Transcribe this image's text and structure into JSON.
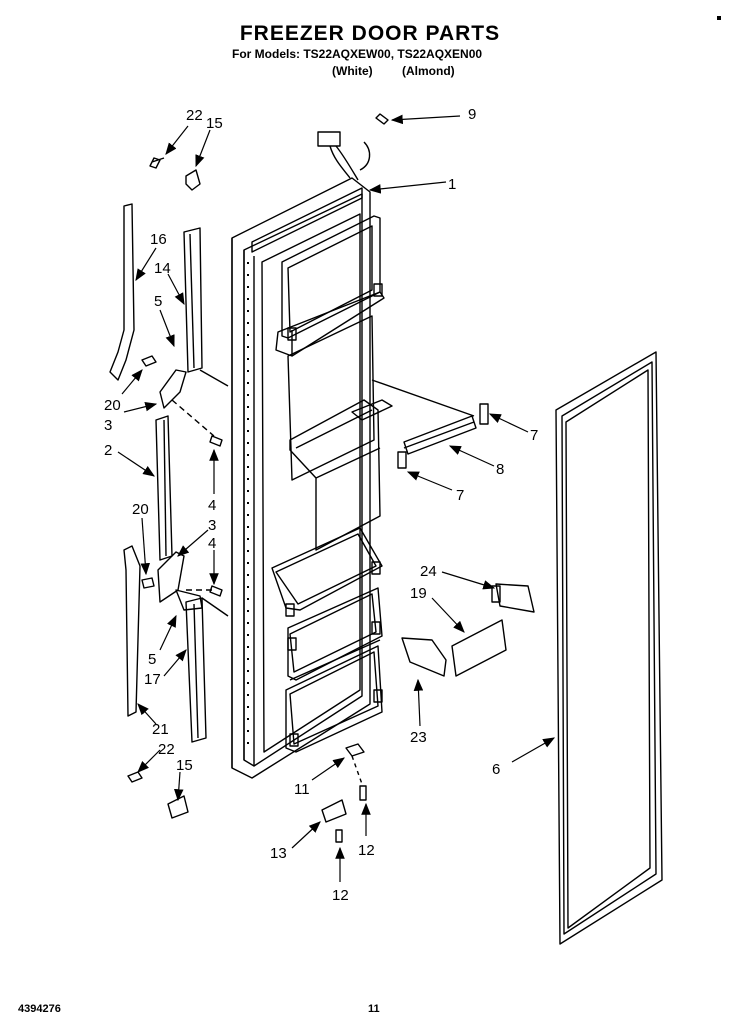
{
  "header": {
    "title": "FREEZER DOOR PARTS",
    "models_line": "For Models: TS22AQXEW00, TS22AQXEN00",
    "color_white": "(White)",
    "color_almond": "(Almond)"
  },
  "callouts": {
    "c1": "1",
    "c2": "2",
    "c3a": "3",
    "c3b": "3",
    "c4a": "4",
    "c4b": "4",
    "c5a": "5",
    "c5b": "5",
    "c6": "6",
    "c7a": "7",
    "c7b": "7",
    "c8": "8",
    "c9": "9",
    "c11": "11",
    "c12a": "12",
    "c12b": "12",
    "c13": "13",
    "c14": "14",
    "c15a": "15",
    "c15b": "15",
    "c16": "16",
    "c17": "17",
    "c19": "19",
    "c20a": "20",
    "c20b": "20",
    "c21": "21",
    "c22a": "22",
    "c22b": "22",
    "c23": "23",
    "c24": "24"
  },
  "footer": {
    "doc_number": "4394276",
    "page_number": "11"
  }
}
